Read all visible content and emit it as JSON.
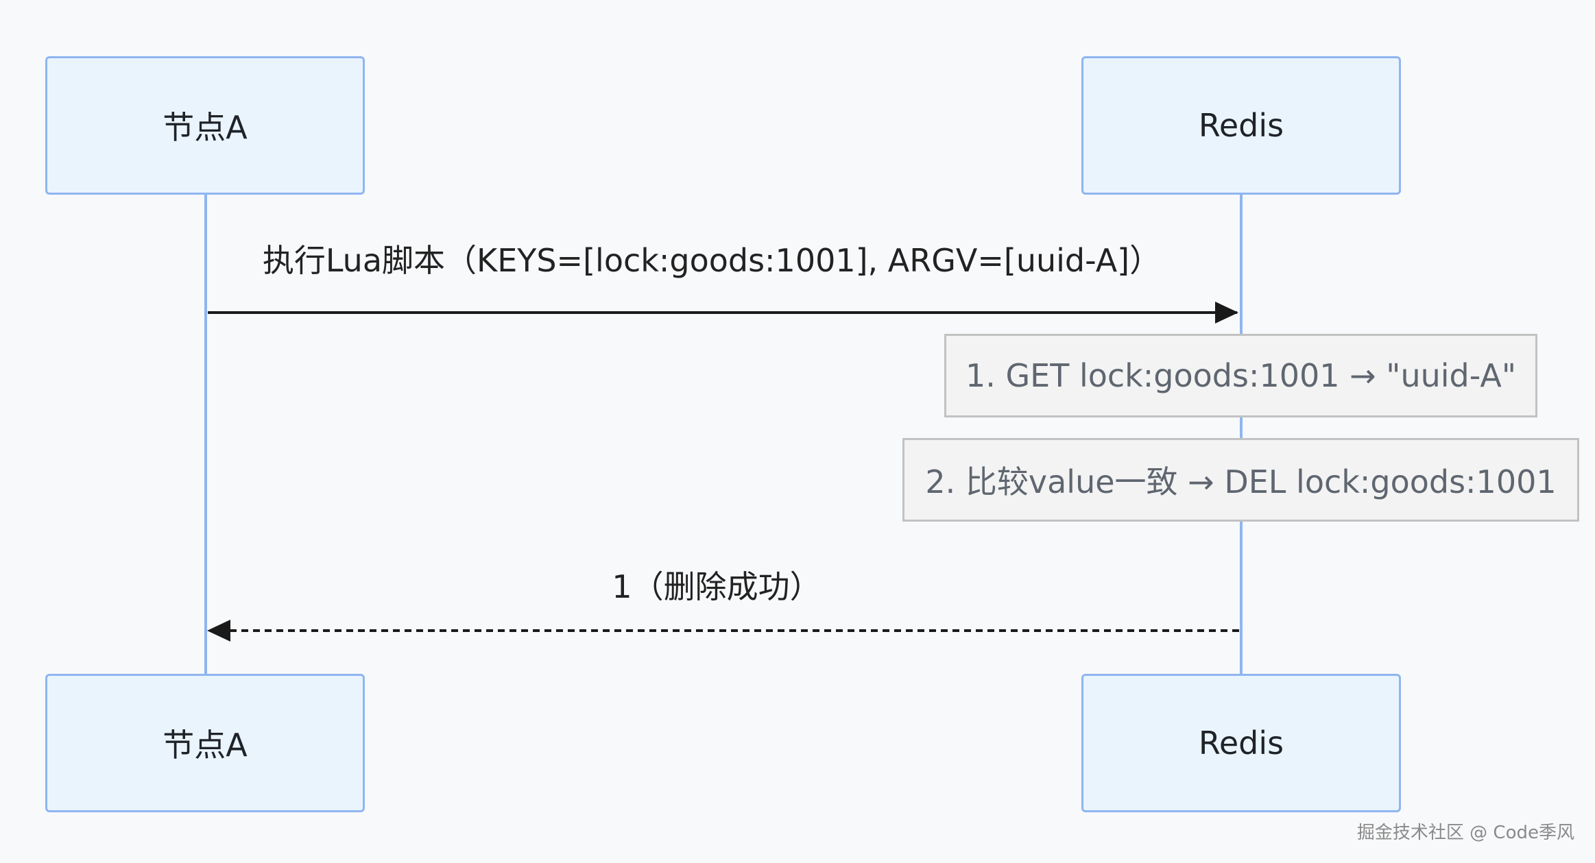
{
  "participants": {
    "node_a": "节点A",
    "redis": "Redis"
  },
  "messages": {
    "request": "执行Lua脚本（KEYS=[lock:goods:1001], ARGV=[uuid-A]）",
    "response": "1（删除成功）"
  },
  "notes": {
    "step1": "1. GET lock:goods:1001 → \"uuid-A\"",
    "step2": "2. 比较value一致 → DEL lock:goods:1001"
  },
  "watermark": "掘金技术社区 @ Code季风",
  "colors": {
    "lifeline": "#8fb5f0",
    "actor_fill": "#eaf4fd",
    "note_fill": "#f3f3f3",
    "note_border": "#c2c2c2",
    "arrow": "#1a1a1a"
  }
}
